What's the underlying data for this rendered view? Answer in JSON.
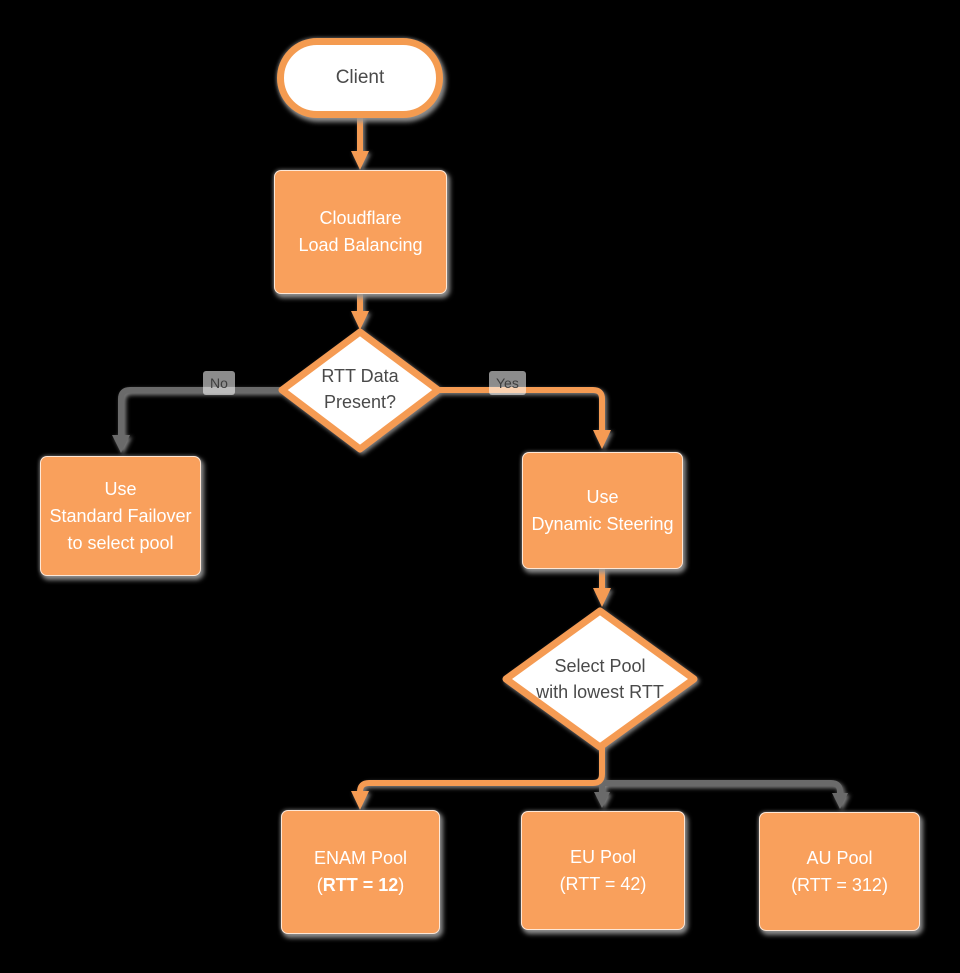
{
  "diagram": {
    "background_color": "#000000",
    "accent_orange": "#F9A05C",
    "stroke_orange": "#F59B53",
    "line_gray": "#6B6B6B"
  },
  "nodes": {
    "client": {
      "label": "Client"
    },
    "cloudflare_lb": {
      "line1": "Cloudflare",
      "line2": "Load Balancing"
    },
    "rtt_decision": {
      "line1": "RTT Data",
      "line2": "Present?"
    },
    "standard_failover": {
      "line1": "Use",
      "line2": "Standard Failover",
      "line3": "to select pool"
    },
    "dynamic_steering": {
      "line1": "Use",
      "line2": "Dynamic Steering"
    },
    "select_pool": {
      "line1": "Select Pool",
      "line2": "with lowest RTT"
    },
    "enam_pool": {
      "name": "ENAM Pool",
      "rtt_open": "(",
      "rtt_bold": "RTT = 12",
      "rtt_close": ")"
    },
    "eu_pool": {
      "name": "EU Pool",
      "rtt": "(RTT = 42)"
    },
    "au_pool": {
      "name": "AU Pool",
      "rtt": "(RTT = 312)"
    }
  },
  "edges": {
    "no_label": "No",
    "yes_label": "Yes"
  }
}
